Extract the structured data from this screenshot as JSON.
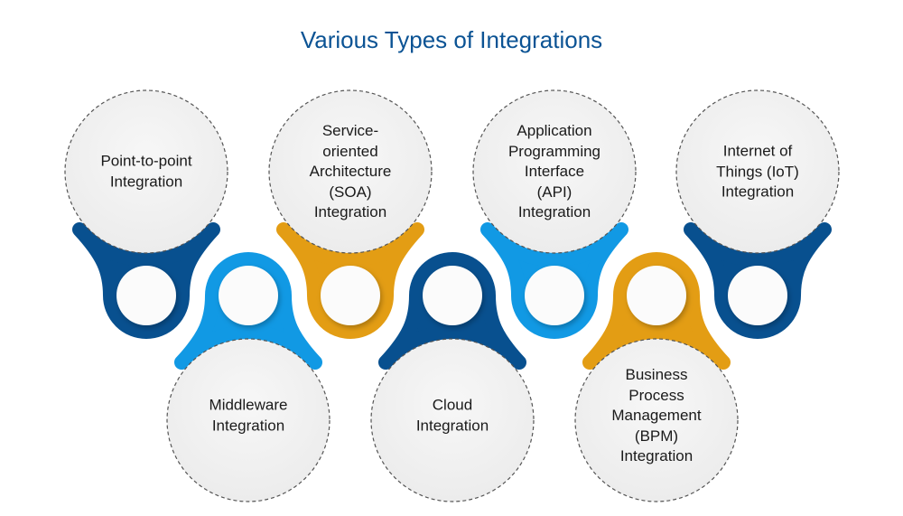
{
  "title": "Various Types of Integrations",
  "colors": {
    "title": "#0b5394",
    "dark_blue": "#08508f",
    "light_blue": "#1199e4",
    "gold": "#e39d14",
    "circle_fill": "#f1f1f1",
    "dashed_border": "#555555"
  },
  "nodes": [
    {
      "label": "Point-to-point Integration",
      "lines": [
        "Point-to-point",
        "Integration"
      ],
      "color": "dark_blue",
      "row": "top"
    },
    {
      "label": "Middleware Integration",
      "lines": [
        "Middleware",
        "Integration"
      ],
      "color": "light_blue",
      "row": "bottom"
    },
    {
      "label": "Service-oriented Architecture (SOA) Integration",
      "lines": [
        "Service-",
        "oriented",
        "Architecture",
        "(SOA)",
        "Integration"
      ],
      "color": "gold",
      "row": "top"
    },
    {
      "label": "Cloud Integration",
      "lines": [
        "Cloud",
        "Integration"
      ],
      "color": "dark_blue",
      "row": "bottom"
    },
    {
      "label": "Application Programming Interface (API) Integration",
      "lines": [
        "Application",
        "Programming",
        "Interface",
        "(API)",
        "Integration"
      ],
      "color": "light_blue",
      "row": "top"
    },
    {
      "label": "Business Process Management (BPM) Integration",
      "lines": [
        "Business",
        "Process",
        "Management",
        "(BPM)",
        "Integration"
      ],
      "color": "gold",
      "row": "bottom"
    },
    {
      "label": "Internet of Things (IoT) Integration",
      "lines": [
        "Internet of",
        "Things (IoT)",
        "Integration"
      ],
      "color": "dark_blue",
      "row": "top"
    }
  ]
}
